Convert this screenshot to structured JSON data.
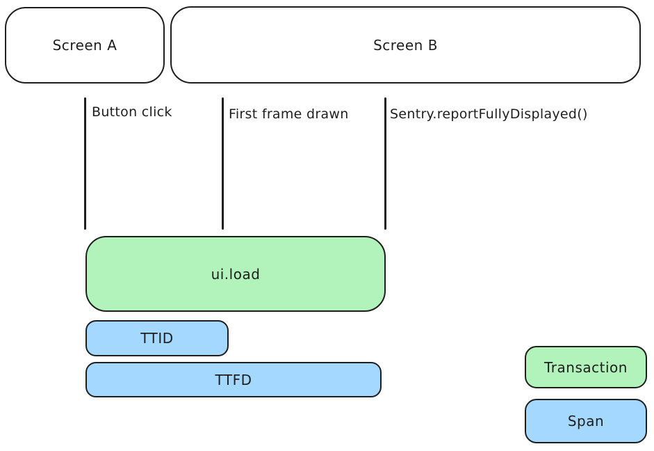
{
  "diagram": {
    "screens": [
      {
        "label": "Screen A"
      },
      {
        "label": "Screen B"
      }
    ],
    "events": [
      {
        "label": "Button click"
      },
      {
        "label": "First frame drawn"
      },
      {
        "label": "Sentry.reportFullyDisplayed()"
      }
    ],
    "bars": [
      {
        "label": "ui.load",
        "kind": "transaction"
      },
      {
        "label": "TTID",
        "kind": "span"
      },
      {
        "label": "TTFD",
        "kind": "span"
      }
    ],
    "legend": [
      {
        "label": "Transaction",
        "color": "#b2f2bb"
      },
      {
        "label": "Span",
        "color": "#a5d8ff"
      }
    ],
    "colors": {
      "transaction_fill": "#b2f2bb",
      "span_fill": "#a5d8ff",
      "stroke": "#1e1e1e",
      "background": "#ffffff"
    }
  }
}
